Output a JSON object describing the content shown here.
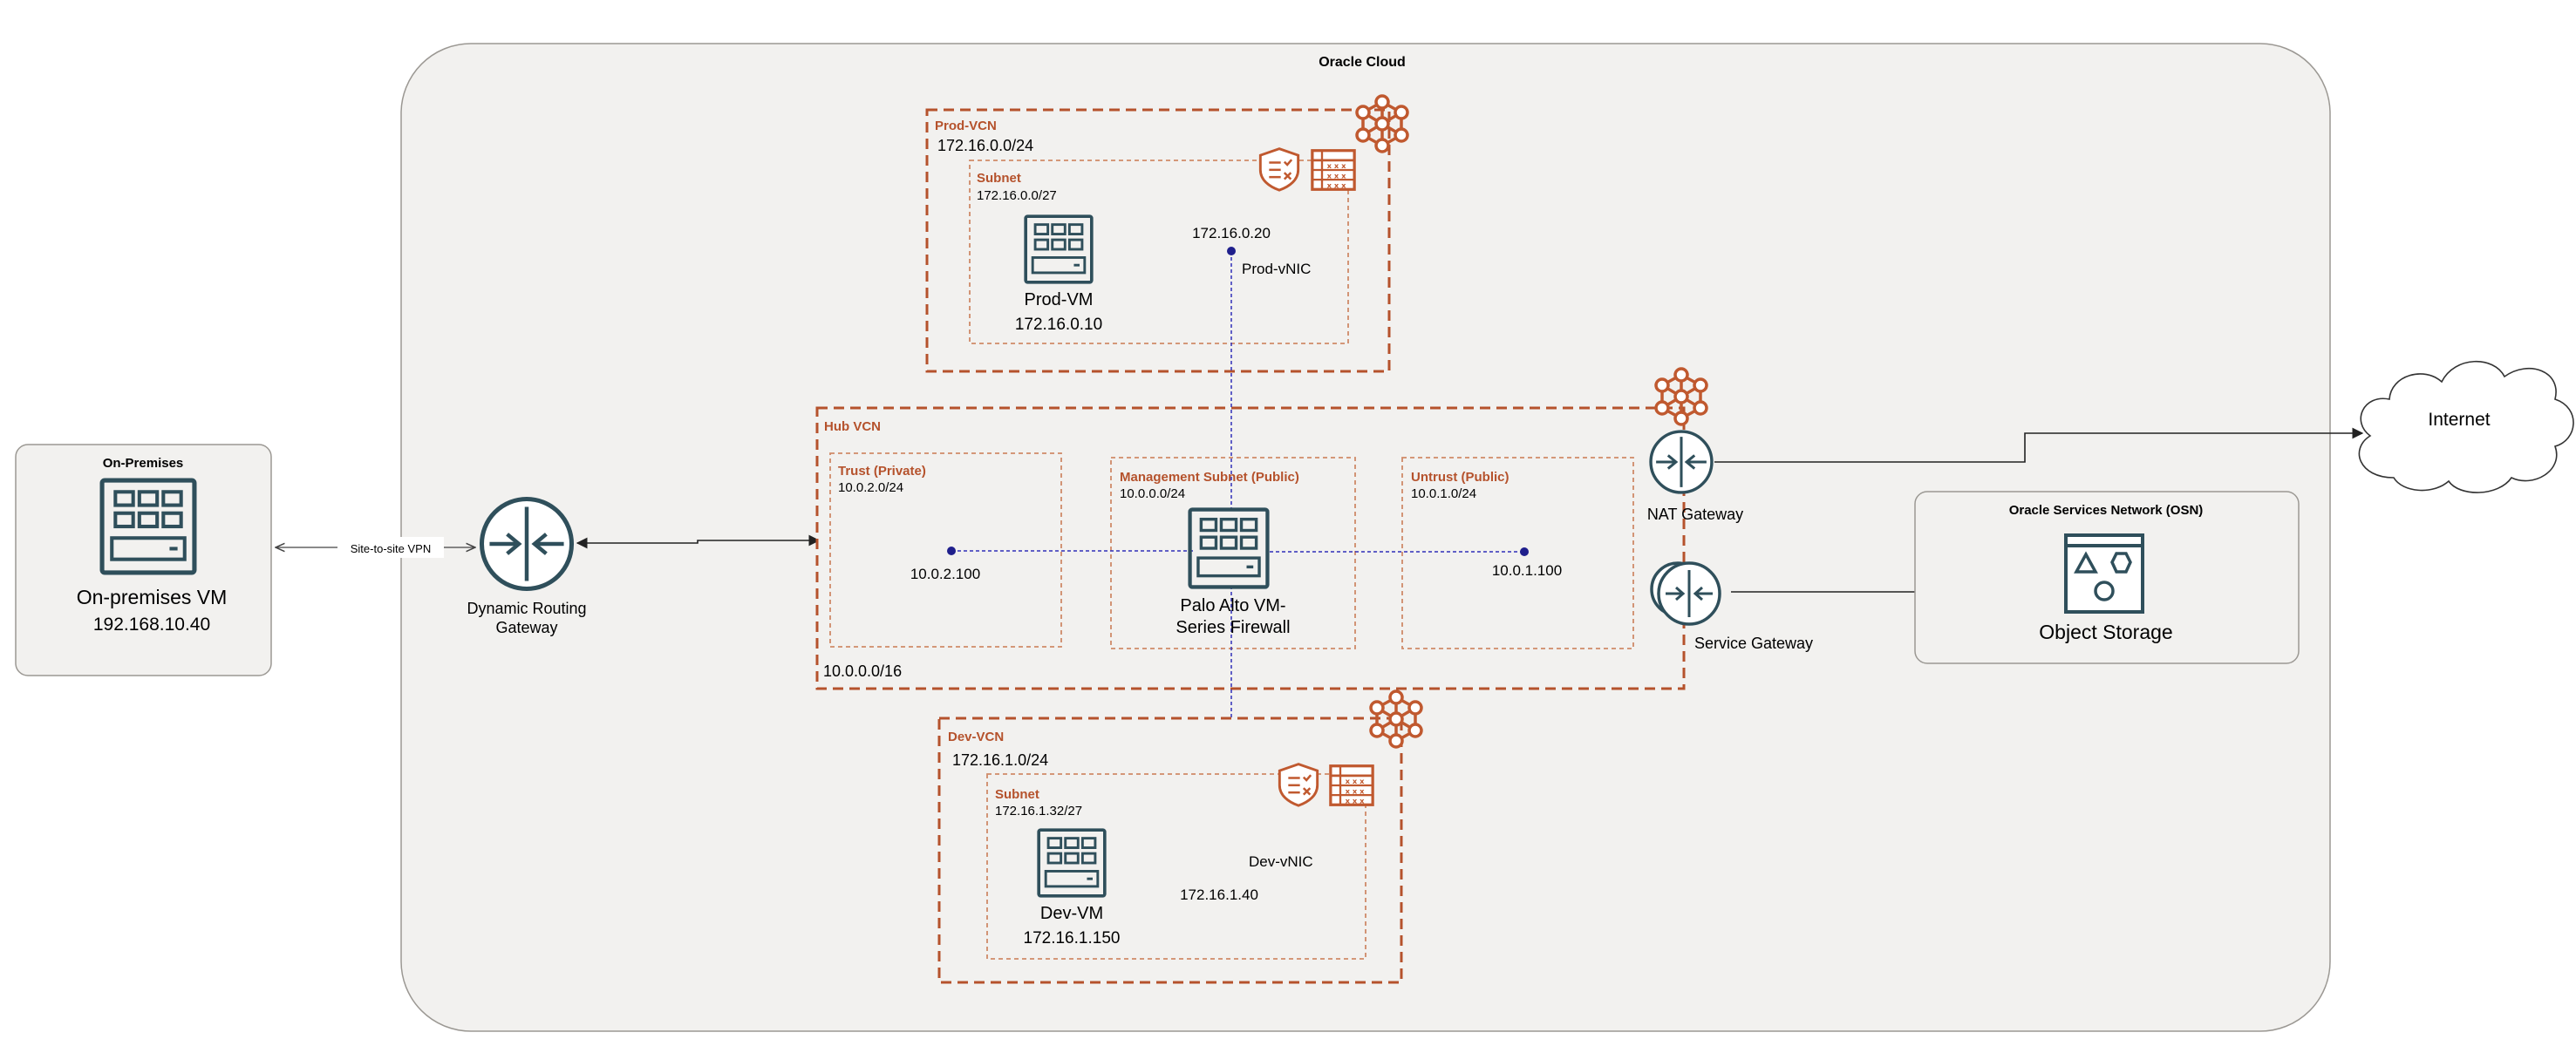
{
  "colors": {
    "region_fill": "#f2f1ef",
    "region_stroke": "#9b9893",
    "vcn_border": "#b5522c",
    "accent": "#c0592f",
    "subnet_border": "#cf8a68",
    "icon_teal": "#2f4f5b",
    "link_blue": "#2f2fb8",
    "text": "#111111"
  },
  "oracle_cloud": {
    "title": "Oracle Cloud"
  },
  "on_premises": {
    "title": "On-Premises",
    "vm_name": "On-premises VM",
    "vm_ip": "192.168.10.40",
    "icon": "server-icon"
  },
  "vpn": {
    "label": "Site-to-site VPN"
  },
  "drg": {
    "label_line1": "Dynamic Routing",
    "label_line2": "Gateway",
    "icon": "router-icon"
  },
  "prod_vcn": {
    "title": "Prod-VCN",
    "cidr": "172.16.0.0/24",
    "subnet_title": "Subnet",
    "subnet_cidr": "172.16.0.0/27",
    "vm_name": "Prod-VM",
    "vm_ip": "172.16.0.10",
    "vnic_ip": "172.16.0.20",
    "vnic_name": "Prod-vNIC"
  },
  "hub_vcn": {
    "title": "Hub VCN",
    "cidr": "10.0.0.0/16",
    "trust": {
      "title": "Trust (Private)",
      "cidr": "10.0.2.0/24",
      "ip": "10.0.2.100"
    },
    "mgmt": {
      "title": "Management Subnet (Public)",
      "cidr": "10.0.0.0/24",
      "fw_line1": "Palo Alto VM-",
      "fw_line2": "Series Firewall"
    },
    "untrust": {
      "title": "Untrust (Public)",
      "cidr": "10.0.1.0/24",
      "ip": "10.0.1.100"
    }
  },
  "dev_vcn": {
    "title": "Dev-VCN",
    "cidr": "172.16.1.0/24",
    "subnet_title": "Subnet",
    "subnet_cidr": "172.16.1.32/27",
    "vm_name": "Dev-VM",
    "vm_ip": "172.16.1.150",
    "vnic_ip": "172.16.1.40",
    "vnic_name": "Dev-vNIC"
  },
  "nat_gateway": {
    "label": "NAT Gateway"
  },
  "service_gateway": {
    "label": "Service Gateway"
  },
  "internet": {
    "label": "Internet"
  },
  "osn": {
    "title": "Oracle Services Network (OSN)",
    "storage_label": "Object Storage"
  }
}
